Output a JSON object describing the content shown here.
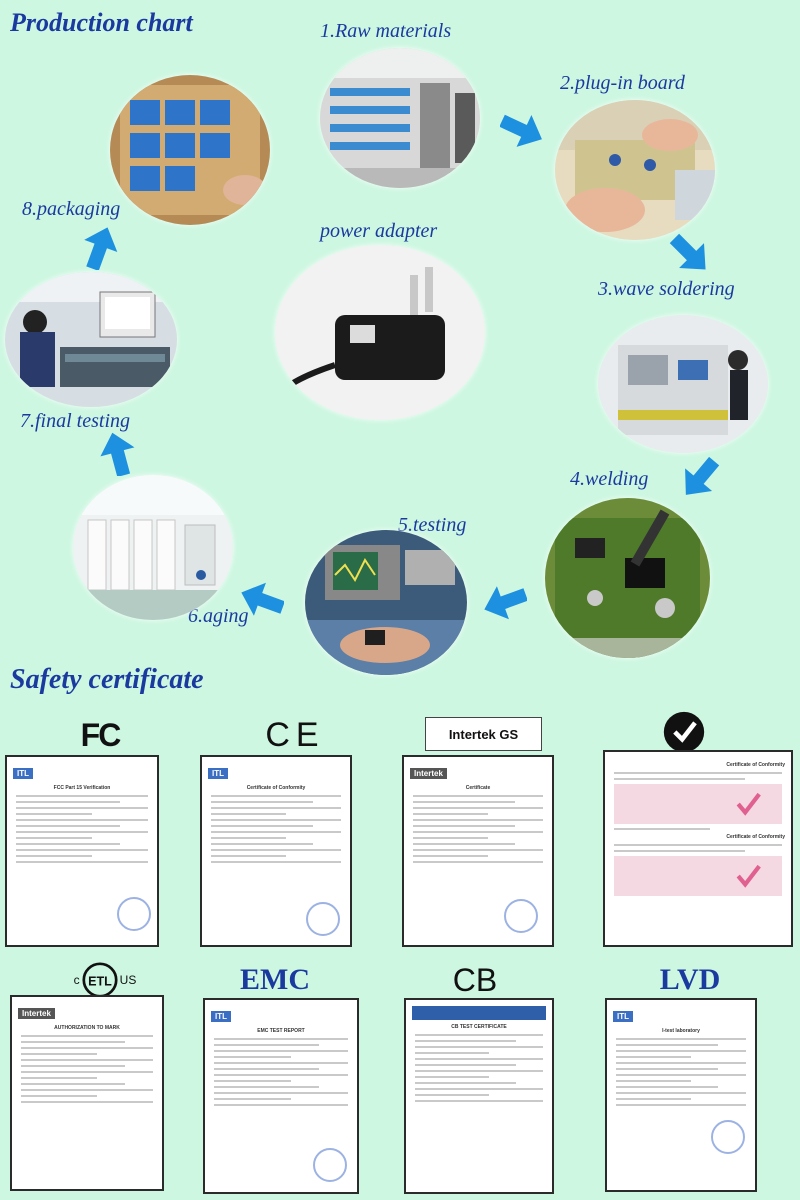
{
  "production": {
    "title": "Production chart",
    "center_label": "power adapter",
    "steps": [
      {
        "label": "1.Raw materials"
      },
      {
        "label": "2.plug-in board"
      },
      {
        "label": "3.wave soldering"
      },
      {
        "label": "4.welding"
      },
      {
        "label": "5.testing"
      },
      {
        "label": "6.aging"
      },
      {
        "label": "7.final testing"
      },
      {
        "label": "8.packaging"
      }
    ]
  },
  "certificates": {
    "title": "Safety certificate",
    "logos": [
      "FC",
      "CE",
      "Intertek GS",
      "C-tick",
      "cETLus",
      "EMC",
      "CB",
      "LVD"
    ],
    "doc_headings": {
      "fcc": "FCC Part 15 Verification",
      "ce": "Certificate of Conformity",
      "gs": "Certificate",
      "ctick": "Certificate of Conformity",
      "etl": "AUTHORIZATION TO MARK",
      "emc": "EMC TEST REPORT",
      "cb": "CB TEST CERTIFICATE",
      "lvd": "I-test laboratory"
    },
    "itl_badge": "ITL",
    "intertek_badge": "Intertek",
    "etl_c": "c",
    "etl_us": "us"
  },
  "colors": {
    "background": "#cdf7e1",
    "heading": "#1a3aa0",
    "arrow": "#1e90e0"
  }
}
